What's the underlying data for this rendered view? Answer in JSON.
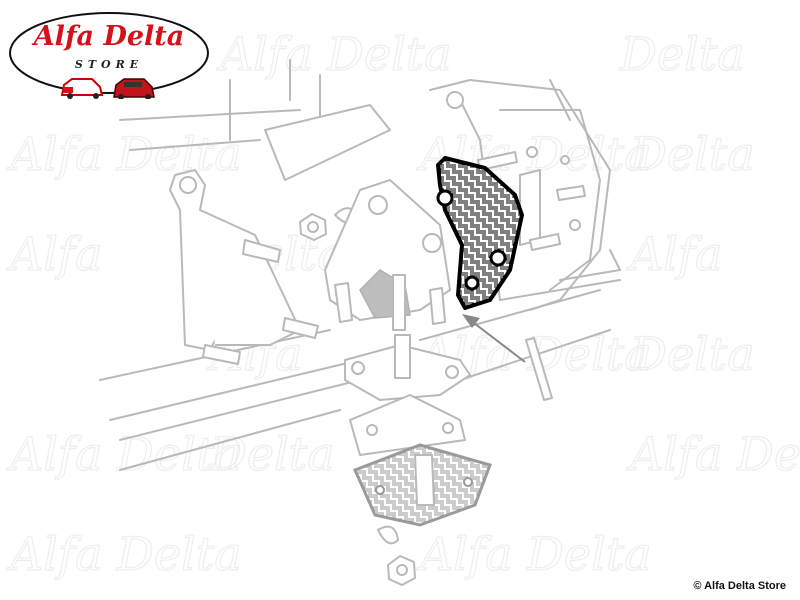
{
  "logo": {
    "brand": "Alfa Delta",
    "subtitle": "STORE"
  },
  "watermark": "Alfa Delta",
  "copyright": "© Alfa Delta Store",
  "colors": {
    "brand_red": "#d4121b",
    "line_gray": "#b9b9b9",
    "highlight": "#000000"
  }
}
